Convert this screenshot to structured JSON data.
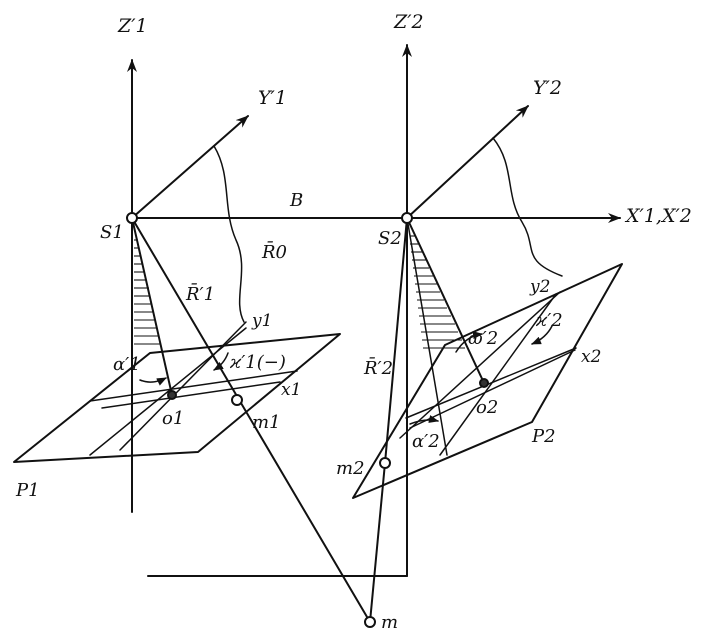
{
  "labels": {
    "z1": "Z′1",
    "z2": "Z′2",
    "y1cap": "Y′1",
    "y2cap": "Y′2",
    "x_axis": "X′1,X′2",
    "B": "B",
    "S1": "S1",
    "S2": "S2",
    "R0": "R̄0",
    "R1": "R̄′1",
    "R2": "R̄′2",
    "y1": "y1",
    "y2": "y2",
    "x1": "x1",
    "x2": "x2",
    "alpha1": "α′1",
    "alpha2": "α′2",
    "kappa1": "ϰ′1(−)",
    "kappa2": "ϰ′2",
    "omega2": "ω′2",
    "o1": "o1",
    "o2": "o2",
    "m1": "m1",
    "m2": "m2",
    "m": "m",
    "P1": "P1",
    "P2": "P2"
  },
  "colors": {
    "ink": "#111111",
    "paper": "#ffffff"
  }
}
